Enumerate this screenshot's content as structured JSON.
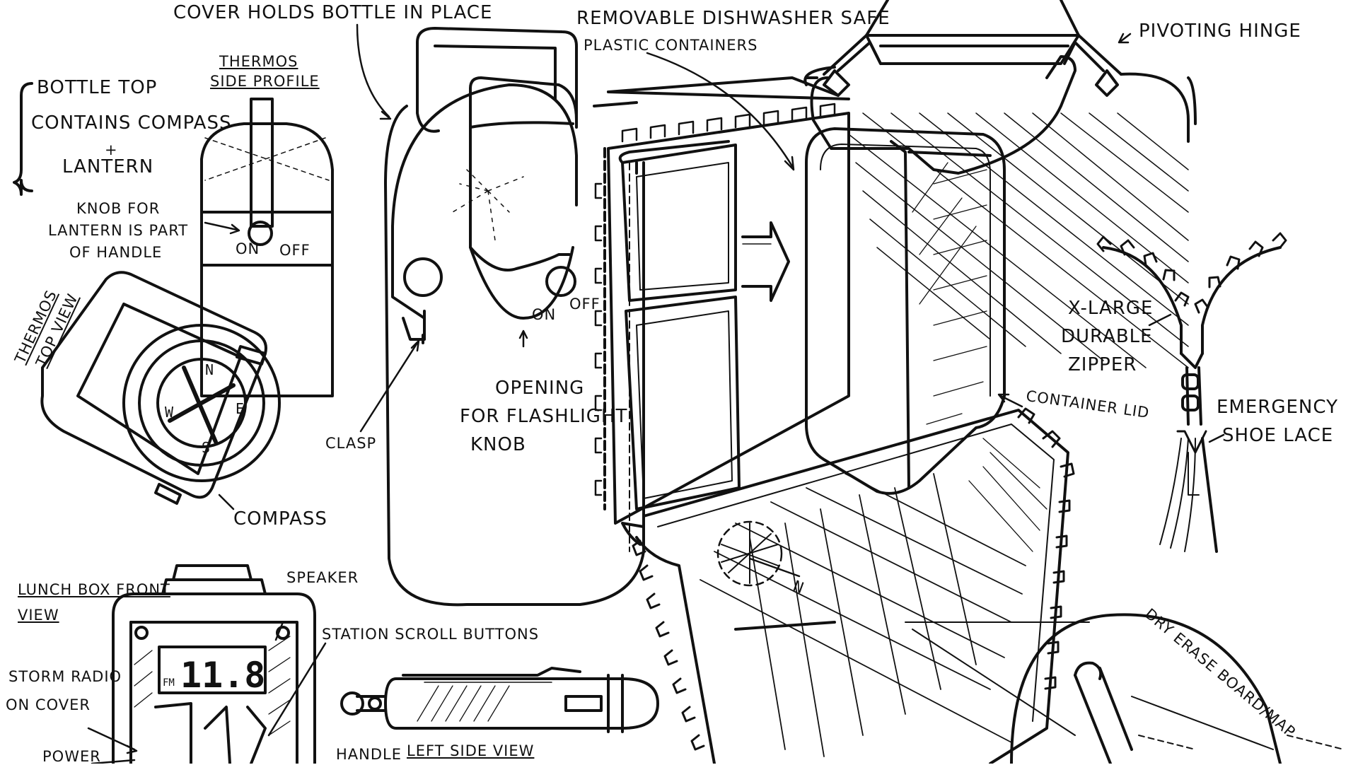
{
  "labels": {
    "cover_holds": "COVER HOLDS BOTTLE IN PLACE",
    "removable_line1": "REMOVABLE DISHWASHER SAFE",
    "removable_line2": "PLASTIC CONTAINERS",
    "pivoting_hinge": "PIVOTING HINGE",
    "bottle_top_line1": "BOTTLE TOP",
    "bottle_top_line2": "CONTAINS COMPASS",
    "bottle_top_plus": "+",
    "bottle_top_line3": "LANTERN",
    "thermos_side_line1": "THERMOS",
    "thermos_side_line2": "SIDE PROFILE",
    "knob_line1": "KNOB FOR",
    "knob_line2": "LANTERN IS PART",
    "knob_line3": "OF HANDLE",
    "on_left": "ON",
    "off_left": "OFF",
    "thermos_top_line1": "THERMOS",
    "thermos_top_line2": "TOP VIEW",
    "compass": "COMPASS",
    "clasp": "CLASP",
    "on_center": "ON",
    "off_center": "OFF",
    "opening_line1": "OPENING",
    "opening_line2": "FOR FLASHLIGHT",
    "opening_line3": "KNOB",
    "xlarge_line1": "X-LARGE",
    "xlarge_line2": "DURABLE",
    "xlarge_line3": "ZIPPER",
    "container_lid": "CONTAINER LID",
    "emergency_line1": "EMERGENCY",
    "emergency_line2": "SHOE LACE",
    "lunch_front_line1": "LUNCH BOX FRONT",
    "lunch_front_line2": "VIEW",
    "speaker": "SPEAKER",
    "station_scroll": "STATION SCROLL BUTTONS",
    "storm_radio_line1": "STORM RADIO",
    "storm_radio_line2": "ON COVER",
    "power": "POWER",
    "handle": "HANDLE",
    "left_side_view": "LEFT SIDE VIEW",
    "dry_erase": "DRY ERASE BOARD/MAP"
  },
  "radio_display": {
    "band": "FM",
    "frequency": "11.8"
  },
  "compass_letters": {
    "north": "N",
    "east": "E",
    "south": "S",
    "west": "W"
  },
  "map_direction": "N"
}
